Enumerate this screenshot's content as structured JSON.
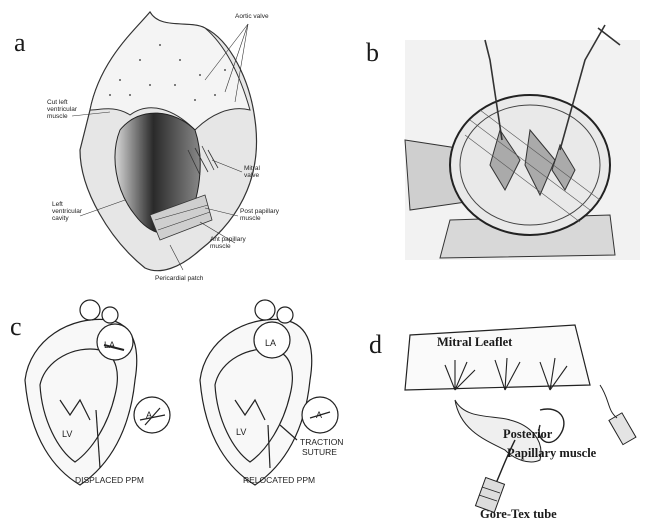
{
  "panels": {
    "a": {
      "letter": "a",
      "labels": {
        "aortic_valve": "Aortic valve",
        "cut_lv_muscle_1": "Cut left",
        "cut_lv_muscle_2": "ventricular",
        "cut_lv_muscle_3": "muscle",
        "mitral_valve_1": "Mitral",
        "mitral_valve_2": "valve",
        "lv_cavity_1": "Left",
        "lv_cavity_2": "ventricular",
        "lv_cavity_3": "cavity",
        "post_pap_1": "Post papillary",
        "post_pap_2": "muscle",
        "ant_pap_1": "Ant papillary",
        "ant_pap_2": "muscle",
        "pericardial_patch": "Pericardial patch"
      }
    },
    "b": {
      "letter": "b"
    },
    "c": {
      "letter": "c",
      "labels": {
        "la_left": "LA",
        "lv_left": "LV",
        "inset_left": "A",
        "displaced_ppm": "DISPLACED PPM",
        "la_right": "LA",
        "lv_right": "LV",
        "inset_right": "A",
        "traction_1": "TRACTION",
        "traction_2": "SUTURE",
        "relocated_ppm": "RELOCATED PPM"
      }
    },
    "d": {
      "letter": "d",
      "labels": {
        "mitral_leaflet": "Mitral Leaflet",
        "posterior": "Posterior",
        "papillary_muscle": "Papillary muscle",
        "gore_tex": "Gore-Tex tube"
      }
    }
  }
}
